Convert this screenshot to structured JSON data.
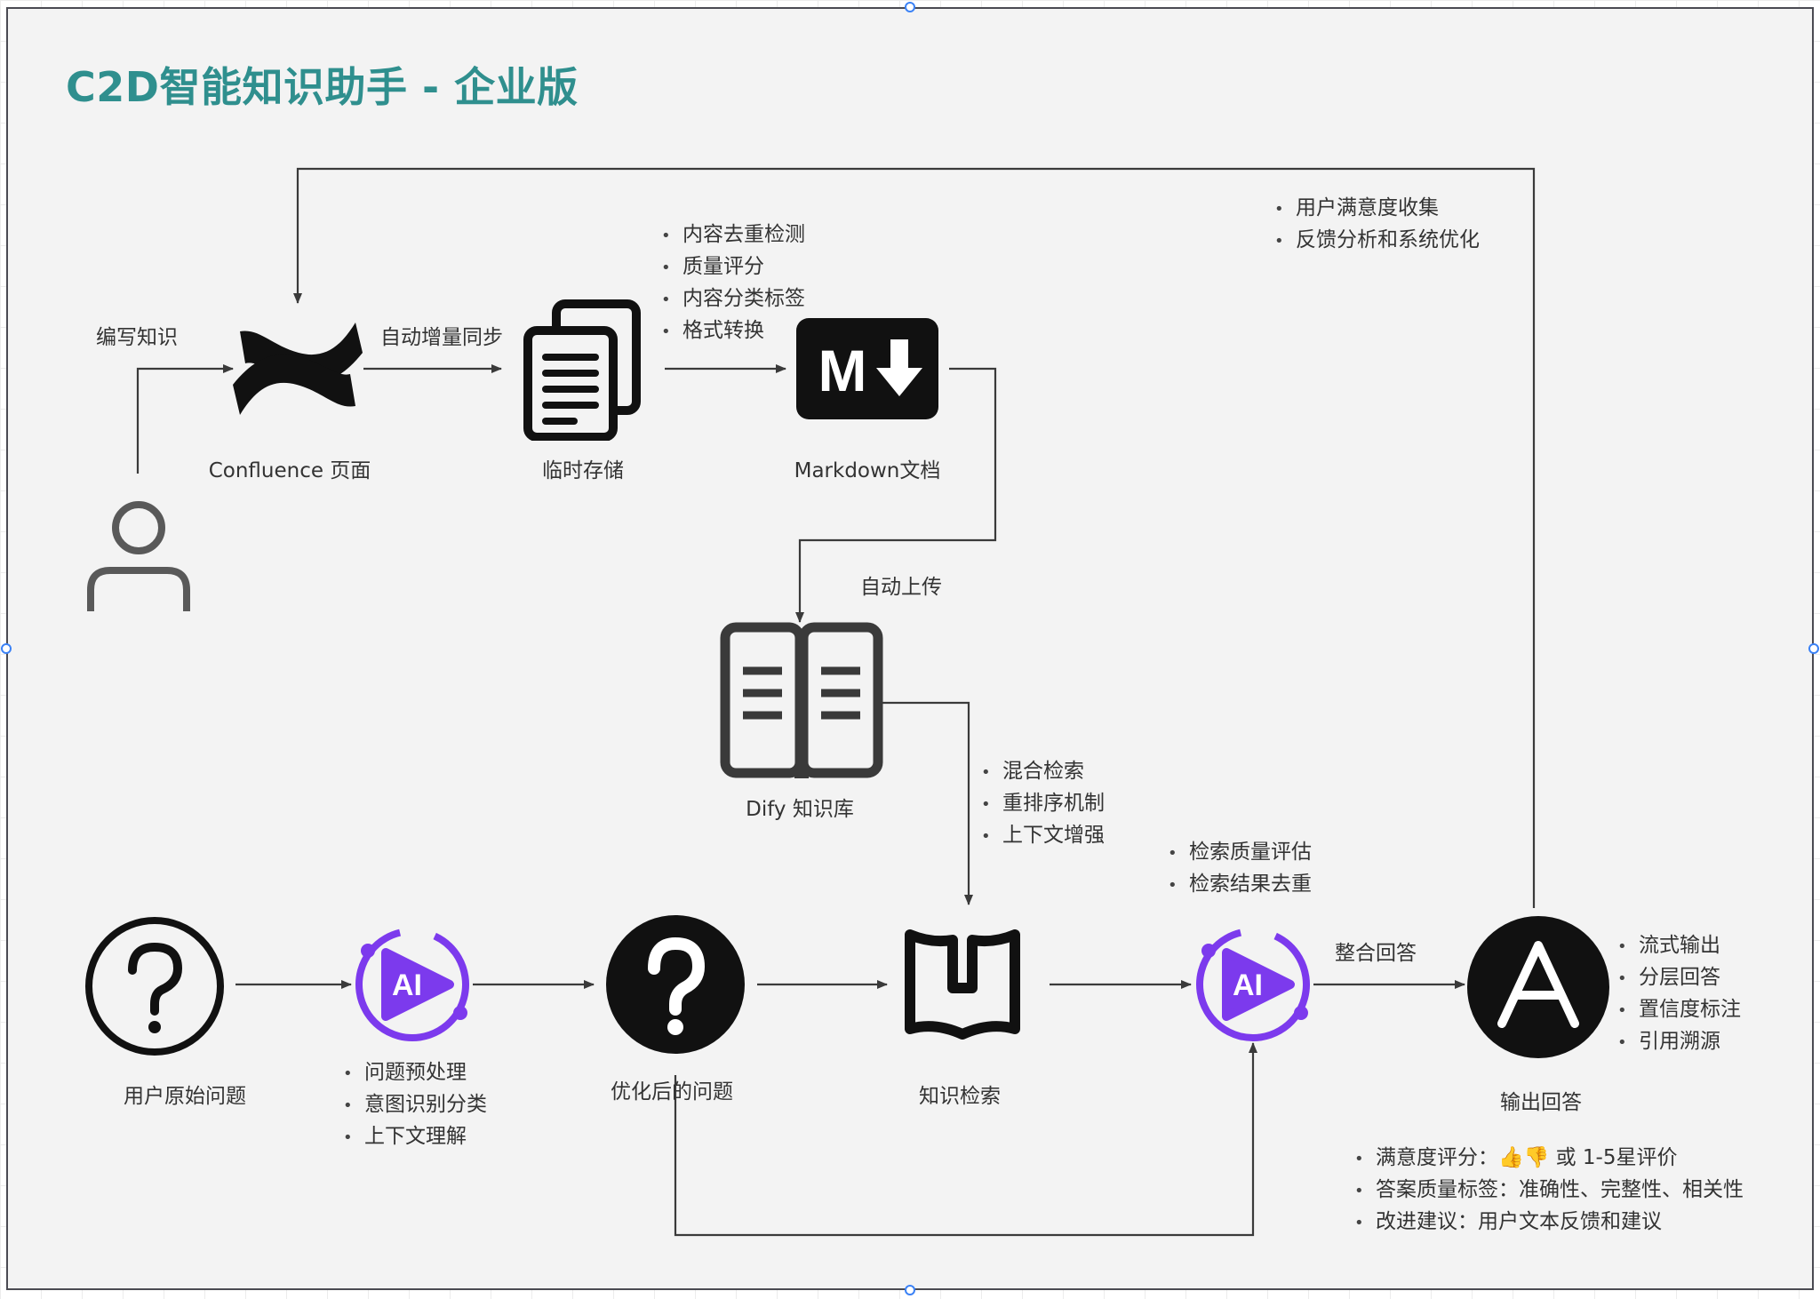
{
  "title": "C2D智能知识助手 - 企业版",
  "nodes": {
    "author_label": "编写知识",
    "confluence": "Confluence 页面",
    "temp_storage": "临时存储",
    "markdown": "Markdown文档",
    "dify": "Dify 知识库",
    "raw_question": "用户原始问题",
    "optimized_question": "优化后的问题",
    "retrieval": "知识检索",
    "output": "输出回答"
  },
  "edges": {
    "auto_sync": "自动增量同步",
    "auto_upload": "自动上传",
    "merge_answer": "整合回答"
  },
  "icons": {
    "ai_badge": "AI",
    "markdown_badge": "M"
  },
  "notes": {
    "markdown_steps": [
      "内容去重检测",
      "质量评分",
      "内容分类标签",
      "格式转换"
    ],
    "feedback_loop": [
      "用户满意度收集",
      "反馈分析和系统优化"
    ],
    "retrieval_methods": [
      "混合检索",
      "重排序机制",
      "上下文增强"
    ],
    "ai_preprocess": [
      "问题预处理",
      "意图识别分类",
      "上下文理解"
    ],
    "ai_postprocess": [
      "检索质量评估",
      "检索结果去重"
    ],
    "output_features": [
      "流式输出",
      "分层回答",
      "置信度标注",
      "引用溯源"
    ],
    "rating": [
      "满意度评分：👍👎 或 1-5星评价",
      "答案质量标签：准确性、完整性、相关性",
      "改进建议：用户文本反馈和建议"
    ]
  },
  "colors": {
    "title": "#2f8f8e",
    "ai_accent": "#7c3aed",
    "ink": "#111111",
    "line": "#3a3a3a",
    "selection_handle": "#3b82f6"
  }
}
